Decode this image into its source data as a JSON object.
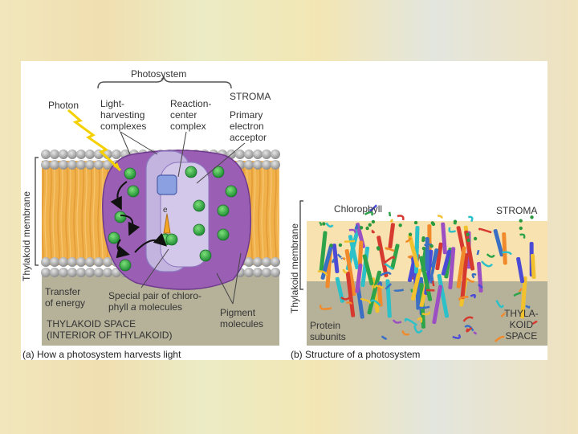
{
  "colors": {
    "membrane_lipid": "#f2b24a",
    "head_groups": "#a9a9a9",
    "stroma_bg": "#ffffff",
    "lumen_bg": "#b6b29a",
    "complex_purple": "#9a5fb4",
    "complex_light": "#c3b3df",
    "chlorophyll_green": "#3bb54a",
    "photon_yellow": "#f5d000"
  },
  "panel_a": {
    "title_photosystem": "Photosystem",
    "photon": "Photon",
    "light_harvesting": "Light-\nharvesting\ncomplexes",
    "reaction_center": "Reaction-\ncenter\ncomplex",
    "stroma": "STROMA",
    "primary_acceptor": "Primary\nelectron\nacceptor",
    "electron": "e",
    "transfer_energy": "Transfer\nof energy",
    "special_pair_pre": "Special pair of chloro-\nphyll ",
    "special_pair_italic": "a",
    "special_pair_post": " molecules",
    "thylakoid_space": "THYLAKOID SPACE\n(INTERIOR OF THYLAKOID)",
    "pigment": "Pigment\nmolecules",
    "membrane_label": "Thylakoid membrane",
    "caption": "(a) How a photosystem harvests light"
  },
  "panel_b": {
    "chlorophyll": "Chlorophyll",
    "stroma": "STROMA",
    "membrane_label": "Thylakoid membrane",
    "protein_subunits": "Protein\nsubunits",
    "thylakoid_space": "THYLA-\nKOID\nSPACE",
    "caption": "(b) Structure of a photosystem"
  }
}
